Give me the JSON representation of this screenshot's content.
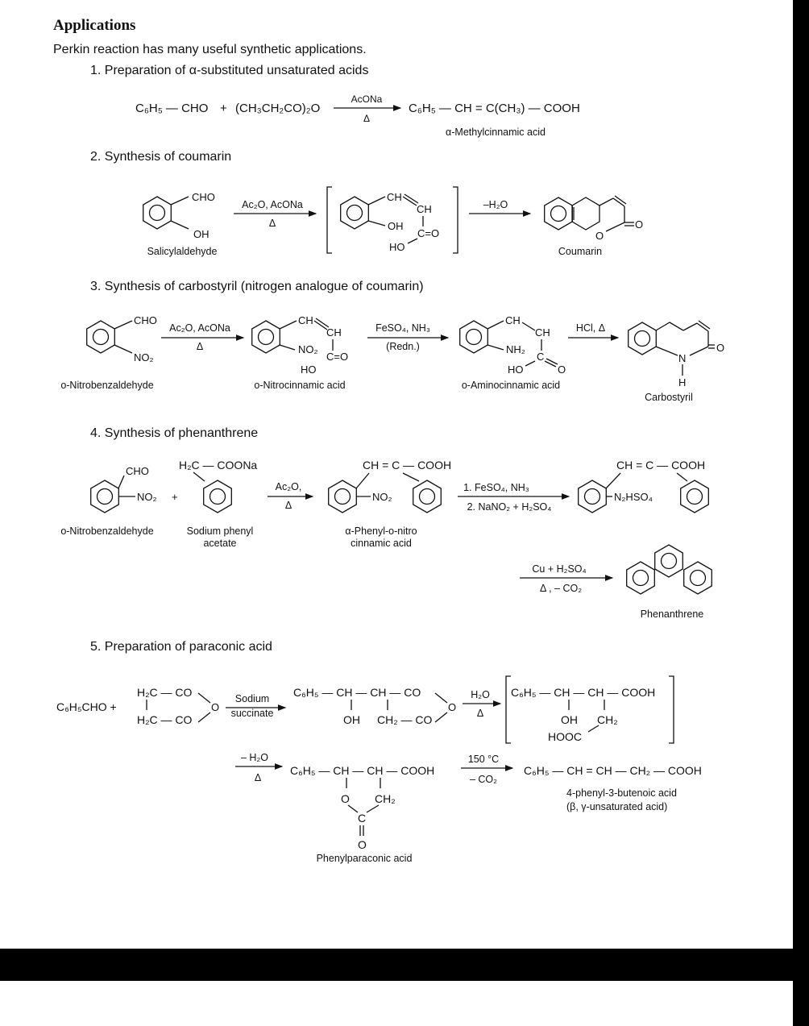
{
  "heading": "Applications",
  "intro": "Perkin reaction has many useful synthetic applications.",
  "sections": {
    "s1": {
      "title": "1. Preparation of α-substituted unsaturated acids",
      "reactant1": "C₆H₅ — CHO",
      "plus": "+",
      "reactant2": "(CH₃CH₂CO)₂O",
      "cond_top": "AcONa",
      "cond_bottom": "Δ",
      "product": "C₆H₅ — CH = C(CH₃) — COOH",
      "product_name": "α-Methylcinnamic acid"
    },
    "s2": {
      "title": "2. Synthesis of coumarin",
      "sal_cho": "CHO",
      "sal_oh": "OH",
      "sal_name": "Salicylaldehyde",
      "cond1_top": "Ac₂O, AcONa",
      "cond1_bottom": "Δ",
      "int_ch1": "CH",
      "int_ch2": "CH",
      "int_oh": "OH",
      "int_co": "C=O",
      "int_ho": "HO",
      "cond2_top": "–H₂O",
      "ring_o": "O",
      "carbonyl_o": "O",
      "product_name": "Coumarin"
    },
    "s3": {
      "title": "3. Synthesis of carbostyril (nitrogen analogue of coumarin)",
      "a_cho": "CHO",
      "a_no2": "NO₂",
      "a_name": "o-Nitrobenzaldehyde",
      "cond1_top": "Ac₂O, AcONa",
      "cond1_bottom": "Δ",
      "b_ch1": "CH",
      "b_ch2": "CH",
      "b_no2": "NO₂",
      "b_co": "C=O",
      "b_ho": "HO",
      "b_name": "o-Nitrocinnamic acid",
      "cond2_top": "FeSO₄, NH₃",
      "cond2_bottom": "(Redn.)",
      "c_ch1": "CH",
      "c_ch2": "CH",
      "c_nh2": "NH₂",
      "c_c": "C",
      "c_ho": "HO",
      "c_o": "O",
      "c_name": "o-Aminocinnamic acid",
      "cond3_top": "HCl, Δ",
      "d_n": "N",
      "d_h": "H",
      "d_o": "O",
      "d_name": "Carbostyril"
    },
    "s4": {
      "title": "4. Synthesis of phenanthrene",
      "a_cho": "CHO",
      "a_no2": "NO₂",
      "a_name": "o-Nitrobenzaldehyde",
      "plus": "+",
      "b_top": "H₂C — COONa",
      "b_name1": "Sodium phenyl",
      "b_name2": "acetate",
      "cond1_top": "Ac₂O,",
      "cond1_bottom": "Δ",
      "c_top": "CH = C — COOH",
      "c_no2": "NO₂",
      "c_name1": "α-Phenyl-o-nitro",
      "c_name2": "cinnamic acid",
      "cond2_top": "1. FeSO₄, NH₃",
      "cond2_bottom": "2. NaNO₂ + H₂SO₄",
      "d_top": "CH = C — COOH",
      "d_n2": "N₂HSO₄",
      "cond3_top": "Cu + H₂SO₄",
      "cond3_bottom": "Δ , – CO₂",
      "product_name": "Phenanthrene"
    },
    "s5": {
      "title": "5. Preparation of paraconic acid",
      "reactant": "C₆H₅CHO +",
      "anh_top": "H₂C — CO",
      "anh_bottom": "H₂C — CO",
      "anh_o": "O",
      "cond1_top": "Sodium",
      "cond1_bottom": "succinate",
      "i1_top": "C₆H₅ — CH — CH — CO",
      "i1_oh": "OH",
      "i1_bottom": "CH₂ — CO",
      "i1_o": "O",
      "cond2_top": "H₂O",
      "cond2_bottom": "Δ",
      "i2_top": "C₆H₅ — CH — CH — COOH",
      "i2_oh": "OH",
      "i2_ch2": "CH₂",
      "i2_hooc": "HOOC",
      "cond3_top": "– H₂O",
      "cond3_bottom": "Δ",
      "p_top": "C₆H₅ — CH — CH — COOH",
      "p_o": "O",
      "p_ch2": "CH₂",
      "p_c": "C",
      "p_o2": "O",
      "p_name": "Phenylparaconic acid",
      "cond4_top": "150 °C",
      "cond4_bottom": "– CO₂",
      "f_formula": "C₆H₅ — CH = CH — CH₂ — COOH",
      "f_name1": "4-phenyl-3-butenoic acid",
      "f_name2": "(β, γ-unsaturated acid)"
    }
  }
}
